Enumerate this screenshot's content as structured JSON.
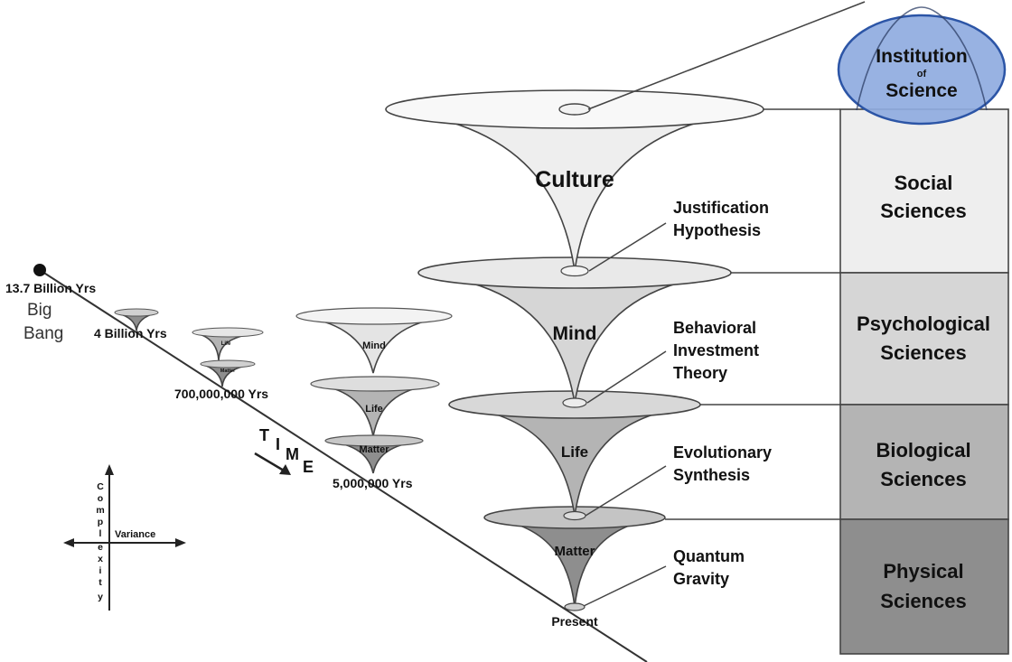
{
  "timeline": {
    "big_bang_time": "13.7 Billion Yrs",
    "big_bang_line1": "Big",
    "big_bang_line2": "Bang",
    "t_4b": "4 Billion Yrs",
    "t_700m": "700,000,000 Yrs",
    "t_5m": "5,000,000 Yrs",
    "time_letters": [
      "T",
      "I",
      "M",
      "E"
    ]
  },
  "small_cones": {
    "life_small": "Life",
    "matter_small": "Matter",
    "mind_mid": "Mind",
    "life_mid": "Life",
    "matter_mid": "Matter"
  },
  "axes": {
    "complexity": [
      "C",
      "o",
      "m",
      "p",
      "l",
      "e",
      "x",
      "i",
      "t",
      "y"
    ],
    "variance": "Variance"
  },
  "main_cones": {
    "culture": "Culture",
    "mind": "Mind",
    "life": "Life",
    "matter": "Matter",
    "present": "Present"
  },
  "theories": {
    "jh_1": "Justification",
    "jh_2": "Hypothesis",
    "bit_1": "Behavioral",
    "bit_2": "Investment",
    "bit_3": "Theory",
    "es_1": "Evolutionary",
    "es_2": "Synthesis",
    "qg_1": "Quantum",
    "qg_2": "Gravity"
  },
  "institution": {
    "line1": "Institution",
    "line2": "of",
    "line3": "Science"
  },
  "sciences": {
    "social_1": "Social",
    "social_2": "Sciences",
    "psych_1": "Psychological",
    "psych_2": "Sciences",
    "bio_1": "Biological",
    "bio_2": "Sciences",
    "phys_1": "Physical",
    "phys_2": "Sciences"
  },
  "colors": {
    "culture_fill": "#eeeeee",
    "mind_fill": "#d6d6d6",
    "life_fill": "#b4b4b4",
    "matter_fill": "#8e8e8e",
    "institution_fill": "#8fabdf",
    "institution_stroke": "#2c55a6",
    "institution_text": "#2d4d8a"
  }
}
